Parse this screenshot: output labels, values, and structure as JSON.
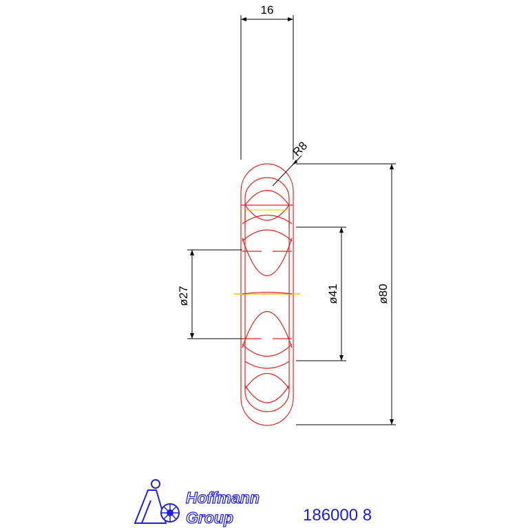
{
  "drawing": {
    "colors": {
      "part_outline": "#e8201c",
      "center_line": "#f0c000",
      "dimension": "#000000",
      "brand": "#2020e0"
    },
    "dimensions": {
      "width": "16",
      "radius": "R8",
      "inner_diameter": "ø27",
      "middle_diameter": "ø41",
      "outer_diameter": "ø80"
    }
  },
  "footer": {
    "brand_line1": "Hoffmann",
    "brand_line2": "Group",
    "logo_icon": "hoffmann-logo-icon",
    "part_number": "186000 8"
  }
}
